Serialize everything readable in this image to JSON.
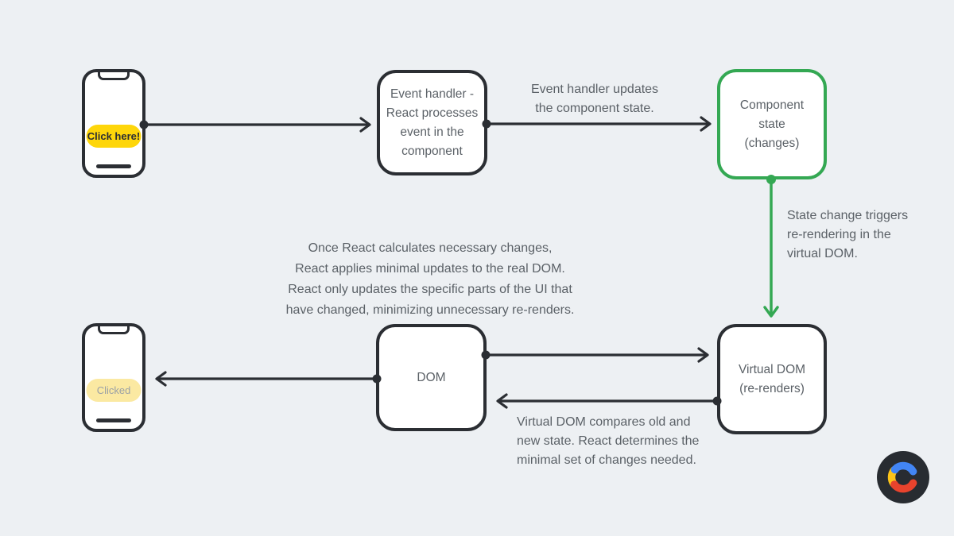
{
  "canvas": {
    "background": "#edf0f3"
  },
  "colors": {
    "dark": "#2b2e33",
    "gray_text": "#5b6167",
    "green_accent": "#34a853",
    "yellow_button": "#fed60a",
    "pale_yellow_button": "#fbe9a2",
    "faded_text": "#9aa0a6",
    "box_fill": "#ffffff",
    "logo_bg": "#282c31",
    "logo_blue": "#4285f4",
    "logo_yellow": "#fcc419",
    "logo_red": "#e8432d"
  },
  "phones": {
    "start": {
      "button_label": "Click here!"
    },
    "end": {
      "button_label": "Clicked"
    }
  },
  "nodes": {
    "event_handler": {
      "lines": [
        "Event handler -",
        "React processes",
        "event in the",
        "component"
      ]
    },
    "component_state": {
      "lines": [
        "Component",
        "state",
        "(changes)"
      ]
    },
    "virtual_dom": {
      "lines": [
        "Virtual DOM",
        "(re-renders)"
      ]
    },
    "dom": {
      "label": "DOM"
    }
  },
  "labels": {
    "event_updates": {
      "lines": [
        "Event handler updates",
        "the component state."
      ]
    },
    "state_change": {
      "lines": [
        "State change triggers",
        "re-rendering in the",
        "virtual DOM."
      ]
    },
    "react_applies": {
      "lines": [
        "Once React calculates necessary changes,",
        "React applies minimal updates to the real DOM.",
        "React only updates the specific parts of the UI that",
        "have changed, minimizing unnecessary re-renders."
      ]
    },
    "vdom_compares": {
      "lines": [
        "Virtual DOM compares old and",
        "new state. React determines the",
        "minimal set of changes needed."
      ]
    }
  },
  "logo": {
    "name": "brand-logo-c"
  }
}
